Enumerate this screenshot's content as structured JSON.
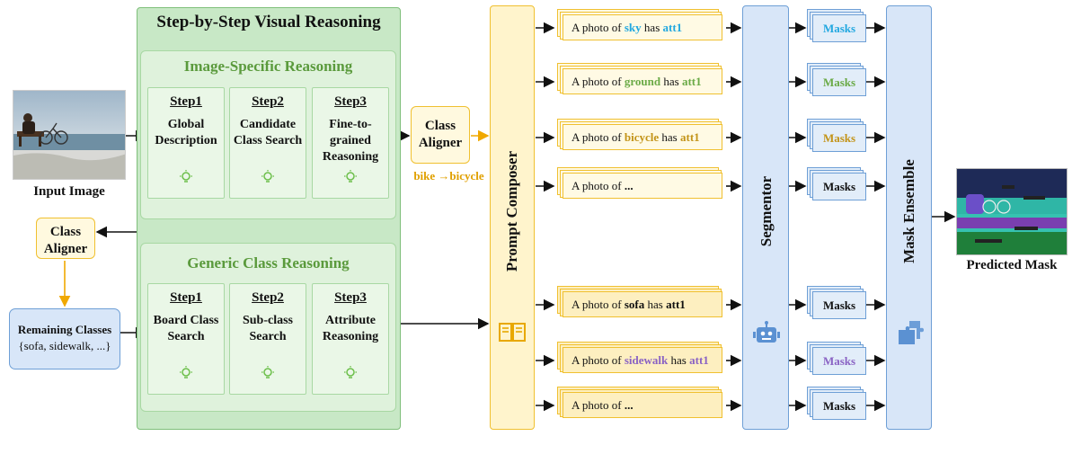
{
  "panel": {
    "title": "Step-by-Step Visual Reasoning",
    "image_specific": {
      "title": "Image-Specific Reasoning",
      "steps": [
        {
          "label": "Step1",
          "body": "Global Description"
        },
        {
          "label": "Step2",
          "body": "Candidate Class Search"
        },
        {
          "label": "Step3",
          "body": "Fine-to-grained Reasoning"
        }
      ]
    },
    "generic": {
      "title": "Generic Class Reasoning",
      "steps": [
        {
          "label": "Step1",
          "body": "Board Class Search"
        },
        {
          "label": "Step2",
          "body": "Sub-class Search"
        },
        {
          "label": "Step3",
          "body": "Attribute Reasoning"
        }
      ]
    }
  },
  "input_image": {
    "caption": "Input Image"
  },
  "class_aligner_top": {
    "label": "Class Aligner",
    "example": "bike →bicycle"
  },
  "class_aligner_left": {
    "label": "Class Aligner"
  },
  "remaining": {
    "title": "Remaining Classes",
    "items": "{sofa, sidewalk, ...}"
  },
  "prompt_composer": {
    "label": "Prompt Composer"
  },
  "prompts": [
    {
      "prefix": "A photo of ",
      "cls": "sky",
      "mid": " has ",
      "att": "att1",
      "cls_color": "#22a8e0",
      "att_color": "#22a8e0"
    },
    {
      "prefix": "A photo of ",
      "cls": "ground",
      "mid": " has ",
      "att": "att1",
      "cls_color": "#6aaa46",
      "att_color": "#6aaa46"
    },
    {
      "prefix": "A photo of ",
      "cls": "bicycle",
      "mid": " has ",
      "att": "att1",
      "cls_color": "#c39419",
      "att_color": "#c39419"
    },
    {
      "prefix": "A photo of ",
      "cls": "...",
      "mid": "",
      "att": "",
      "cls_color": "#111111",
      "att_color": "#111111"
    },
    {
      "prefix": "A photo of ",
      "cls": "sofa",
      "mid": " has ",
      "att": "att1",
      "cls_color": "#111111",
      "att_color": "#111111"
    },
    {
      "prefix": "A photo of ",
      "cls": "sidewalk",
      "mid": " has ",
      "att": "att1",
      "cls_color": "#8a63c4",
      "att_color": "#8a63c4"
    },
    {
      "prefix": "A photo of ",
      "cls": "...",
      "mid": "",
      "att": "",
      "cls_color": "#111111",
      "att_color": "#111111"
    }
  ],
  "segmentor": {
    "label": "Segmentor"
  },
  "masks": [
    {
      "label": "Masks",
      "color": "#22a8e0"
    },
    {
      "label": "Masks",
      "color": "#6aaa46"
    },
    {
      "label": "Masks",
      "color": "#c39419"
    },
    {
      "label": "Masks",
      "color": "#111111"
    },
    {
      "label": "Masks",
      "color": "#111111"
    },
    {
      "label": "Masks",
      "color": "#8a63c4"
    },
    {
      "label": "Masks",
      "color": "#111111"
    }
  ],
  "mask_ensemble": {
    "label": "Mask Ensemble"
  },
  "predicted": {
    "caption": "Predicted Mask"
  },
  "colors": {
    "green_panel": "#c8e8c6",
    "yellow_border": "#f0c030",
    "blue_border": "#6e9fd6",
    "green_text": "#5a9a3c"
  }
}
